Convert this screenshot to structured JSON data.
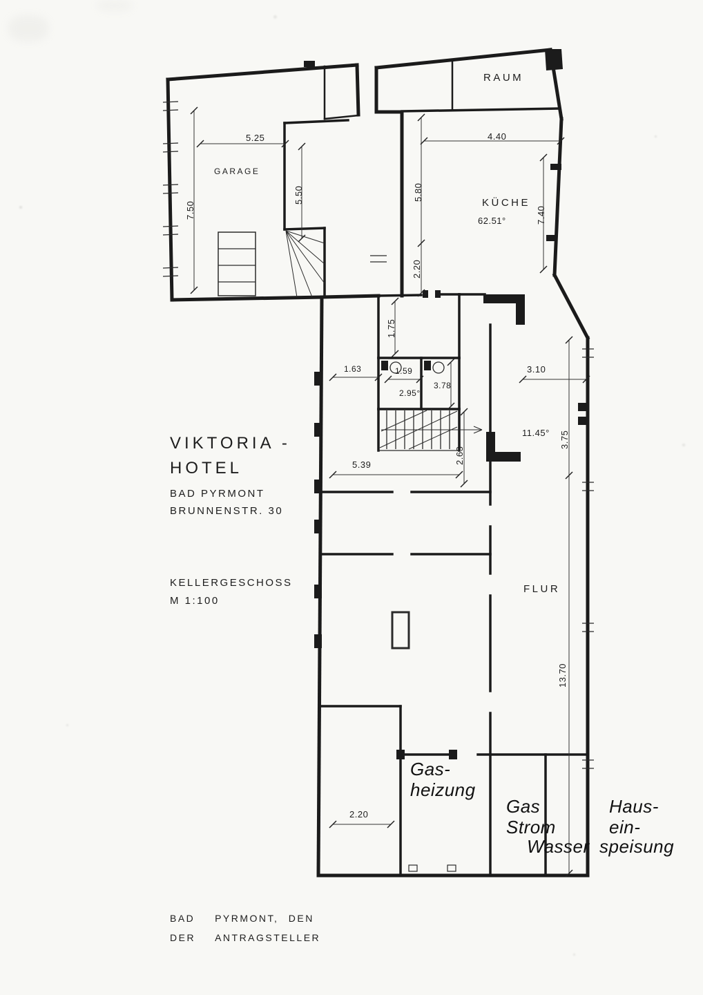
{
  "title_block": {
    "name_line1": "VIKTORIA -",
    "name_line2": "HOTEL",
    "address_line1": "BAD PYRMONT",
    "address_line2": "BRUNNENSTR. 30",
    "floor_label": "KELLERGESCHOSS",
    "scale_label": "M 1:100"
  },
  "room_labels": {
    "raum": "RAUM",
    "garage": "GARAGE",
    "kueche": "KÜCHE",
    "flur": "FLUR"
  },
  "areas": {
    "kueche": "62.51°",
    "wing": "11.45°",
    "wc": "2.95°"
  },
  "dims": {
    "garage_width": "5.25",
    "garage_depth": "7.50",
    "passage": "5.50",
    "kueche_width": "4.40",
    "kueche_depth": "5.80",
    "kueche_sub": "2.20",
    "kueche_right": "7.40",
    "stairwell": "1.75",
    "wc_left": "1.63",
    "wc_mid": "1.59",
    "wc_right": "3.78",
    "wing_width": "3.10",
    "wing_depth": "3.75",
    "stair_run": "2.63",
    "hall_width": "5.39",
    "flur_length": "13.70",
    "store_width": "2.20"
  },
  "annotations": {
    "gas_line1": "Gas-",
    "gas_line2": "heizung",
    "utility_line1": "Gas",
    "utility_line2": "Strom",
    "utility_line3": "Wasser",
    "feed_line1": "Haus-",
    "feed_line2": "ein-",
    "feed_line3": "speisung"
  },
  "footer": {
    "line1": "BAD  PYRMONT, DEN",
    "line2": "DER  ANTRAGSTELLER"
  }
}
